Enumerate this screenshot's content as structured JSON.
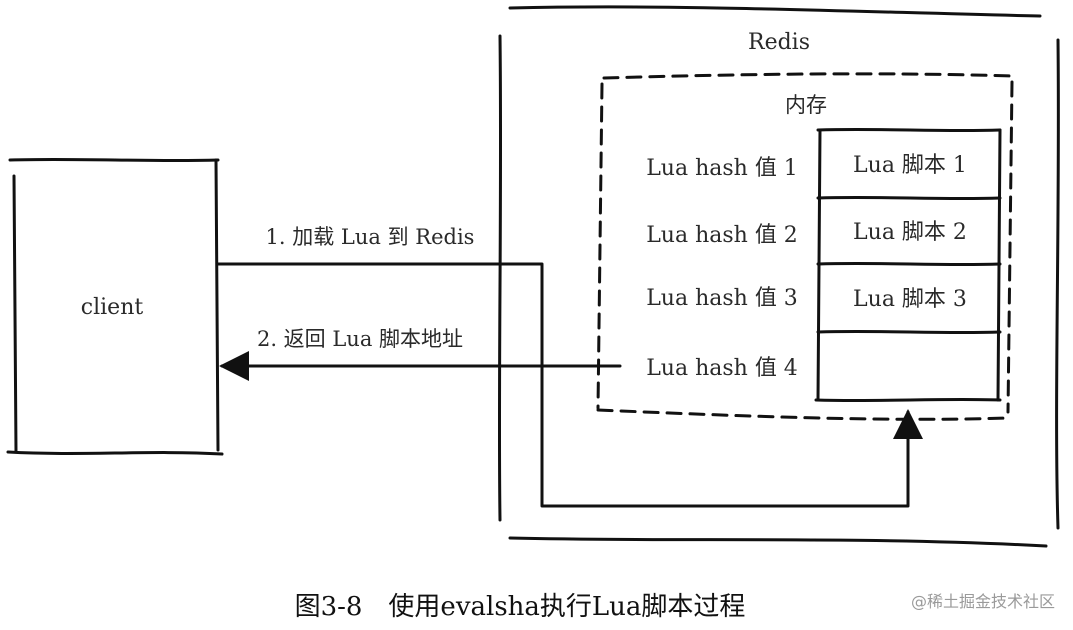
{
  "client": {
    "label": "client"
  },
  "redis": {
    "label": "Redis",
    "memory": {
      "label": "内存",
      "hash_labels": [
        "Lua hash 值 1",
        "Lua hash 值 2",
        "Lua hash 值 3",
        "Lua hash 值 4"
      ],
      "script_labels": [
        "Lua 脚本 1",
        "Lua 脚本 2",
        "Lua 脚本 3",
        ""
      ]
    }
  },
  "arrows": {
    "load": "1. 加载 Lua 到 Redis",
    "return": "2. 返回 Lua 脚本地址"
  },
  "caption": "图3-8　使用evalsha执行Lua脚本过程",
  "watermark": "@稀土掘金技术社区"
}
